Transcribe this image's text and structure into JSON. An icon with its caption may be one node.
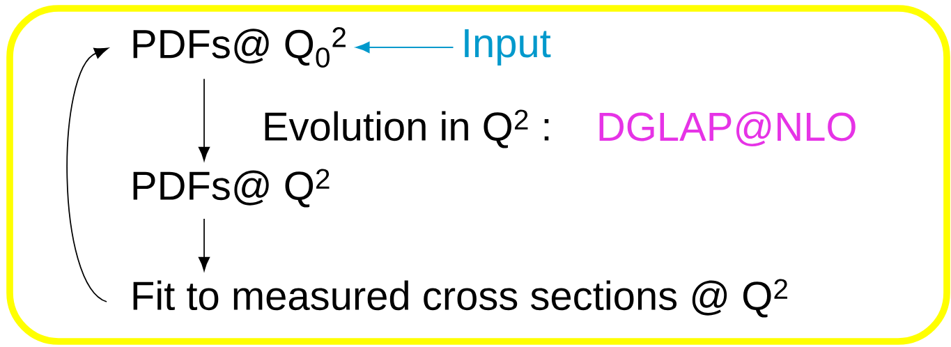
{
  "diagram": {
    "nodes": [
      {
        "text": [
          "PDFs@ Q$_{0}$$^{2}$"
        ]
      },
      {
        "text": [
          "Input"
        ]
      },
      {
        "text": [
          "PDFs@ Q$^{2}$"
        ]
      },
      {
        "text": [
          "Fit to measured cross sections @ Q$^{2}$"
        ]
      }
    ],
    "edges": [
      {
        "from": 1,
        "to": 0,
        "arrow": "to",
        "color": "#0099cc"
      },
      {
        "from": 0,
        "to": 2,
        "arrow": "to"
      },
      {
        "from": 2,
        "to": 3,
        "arrow": "to"
      },
      {
        "from": 3,
        "to": 0,
        "arrow": "to"
      }
    ],
    "labels": [
      "Evolution in Q$^{2}$ :",
      "DGLAP@NLO"
    ]
  }
}
